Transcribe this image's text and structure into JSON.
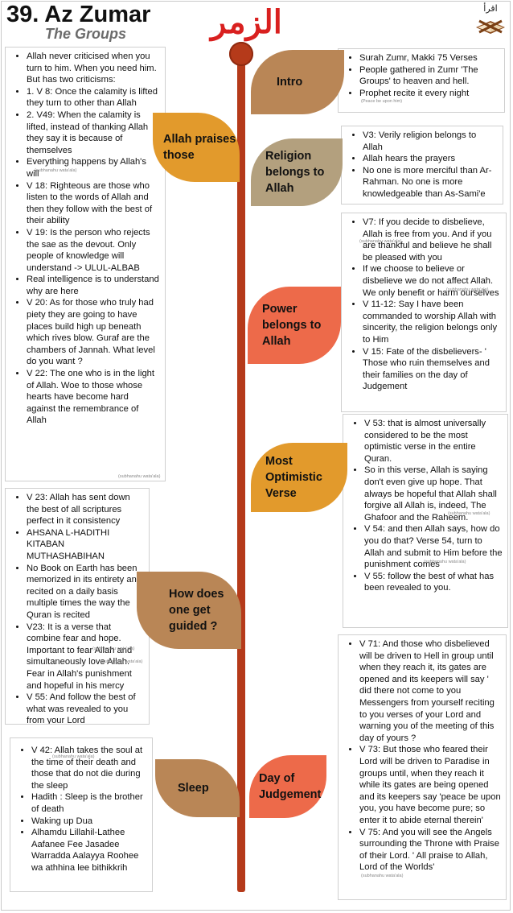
{
  "header": {
    "title": "39. Az Zumar",
    "subtitle": "The Groups",
    "arabic_title": "الزمر",
    "logo_text": "اقرأ"
  },
  "petals": {
    "intro": "Intro",
    "allah_praises": "Allah praises those",
    "religion": "Religion belongs to Allah",
    "power": "Power belongs to Allah",
    "optimistic": "Most Optimistic Verse",
    "guided": "How does one get guided ?",
    "sleep": "Sleep",
    "judgement": "Day of Judgement"
  },
  "boxes": {
    "intro": {
      "items": [
        "Surah Zumr, Makki 75 Verses",
        "People gathered in Zumr 'The Groups' to heaven and hell.",
        "Prophet recite it every night"
      ],
      "note": "(Peace be upon him)"
    },
    "religion": {
      "items": [
        "V3: Verily religion belongs to Allah",
        "Allah hears the prayers",
        "No one is more merciful than Ar-Rahman. No one is more knowledgeable than As-Sami'e"
      ]
    },
    "power": {
      "items": [
        "V7: If you decide to disbelieve, Allah is free from you. And if you are thankful and believe he shall be pleased with you",
        "If we choose to believe or disbelieve we do not affect Allah. We only benefit or harm ourselves",
        "V 11-12: Say I have been commanded to worship Allah with sincerity, the religion belongs only to Him",
        "V 15: Fate of the disbelievers- ' Those who ruin themselves and their families on the day of Judgement"
      ],
      "note1": "(subhanahu wata'ala)",
      "note2": "(subhanahu wata'ala)"
    },
    "optimistic": {
      "items": [
        "V 53: that is almost universally considered to be the most optimistic verse in the entire Quran.",
        "So in this verse, Allah is saying don't even give up hope. That always be hopeful that Allah shall forgive all Allah is, indeed, The Ghafoor and the Raheem.",
        "V 54: and then Allah says, how do you do that? Verse 54, turn to Allah and submit to Him before the punishment comes",
        "V 55: follow the best of what has been revealed to you."
      ],
      "note1": "(subhanahu wata'ala)",
      "note2": "(subhanahu wata'ala)"
    },
    "judgement": {
      "items": [
        "V 71: And those who disbelieved will be driven to Hell in group until when they reach it, its gates are opened and its keepers will say ' did there not come to you Messengers from yourself reciting to you verses of your Lord and warning you of the meeting of this day of yours ?",
        "V 73: But those who feared their Lord will be driven to Paradise in groups until, when they reach it while its gates are being opened and its keepers say 'peace be upon you, you have become pure; so enter it to abide eternal therein'",
        "V 75: And you will see the Angels surrounding the Throne with Praise of their Lord. ' All praise to Allah,  Lord of the Worlds'"
      ],
      "note": "(subhanahu wata'ala)"
    },
    "left_top": {
      "items": [
        "Allah never criticised when you turn to him. When you need him. But has two criticisms:",
        "1. V 8: Once the calamity is lifted they turn to other than Allah",
        "2.  V49: When the calamity is lifted, instead of thanking Allah they say it is because of themselves",
        "Everything happens by Allah's will",
        "V 18: Righteous are those who listen to the words of Allah and then they follow with the best of their ability",
        "V 19: Is the person who rejects the sae as the devout. Only people of knowledge will understand -> ULUL-ALBAB",
        "Real intelligence is to understand why are here",
        "V 20: As for those who truly had piety they are going to have places build high up beneath which rives blow. Guraf are the chambers of Jannah. What level do you want ?",
        "V 22: The one who is in the light of Allah. Woe to those whose hearts have become hard against the remembrance of Allah"
      ],
      "note1": "(subhanahu wata'ala)",
      "note2": "(subhanahu wata'ala)"
    },
    "left_mid": {
      "items": [
        "V 23: Allah has sent down the best of all scriptures perfect in it consistency",
        "AHSANA L-HADITHI KITABAN MUTHASHABIHAN",
        "No Book on Earth has been memorized in its entirety and recited on a daily basis multiple times the way the Quran is recited",
        "V23: It is a verse that combine fear and hope. Important to fear Allah and simultaneously love Allah. Fear in Allah's punishment and hopeful in his mercy",
        "V 55: And follow the best of what was revealed to you from your Lord"
      ],
      "note1": "(subhanahu wata'ala)",
      "note2": "(subhanahu wata'ala)"
    },
    "left_bottom": {
      "items": [
        "V 42: Allah takes the soul at the time of their death and those that do not die during the sleep",
        "Hadith : Sleep is the brother of death",
        "Waking up Dua",
        "Alhamdu Lillahil-Lathee Aafanee Fee Jasadee Warradda Aalayya Roohee wa athhina lee bithikkrih"
      ],
      "note": "(subhanahu wata'ala)"
    }
  },
  "colors": {
    "accent_red": "#d9201f",
    "timeline": "#b53a1a",
    "brown": "#b98656",
    "tan": "#b3a07e",
    "orange": "#e29a2c",
    "coral": "#ed6a4a"
  }
}
